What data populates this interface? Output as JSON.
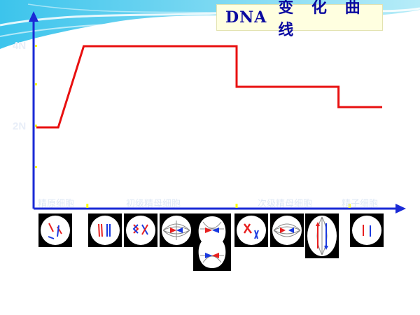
{
  "title": {
    "prefix": "DNA",
    "main": "变 化 曲 线"
  },
  "y_labels": {
    "top": "4N",
    "mid": "2N"
  },
  "stages": [
    "精原细胞",
    "初级精母细胞",
    "次级精母细胞",
    "精子细胞"
  ],
  "colors": {
    "curve": "#e81010",
    "axis": "#1a2ad6",
    "title_text": "#0a0aa0",
    "title_bg": "#ffffe0",
    "tick": "#ffff00",
    "chromosome_red": "#e82020",
    "chromosome_blue": "#1a3ae0"
  },
  "chart_data": {
    "type": "line",
    "series": [
      {
        "points": [
          [
            0,
            2
          ],
          [
            0.6,
            2
          ],
          [
            1.3,
            4
          ],
          [
            5.5,
            4
          ],
          [
            5.5,
            3
          ],
          [
            8.3,
            3
          ],
          [
            8.3,
            2.5
          ],
          [
            9.5,
            2.5
          ]
        ]
      }
    ],
    "y_ticks": [
      {
        "value": 4,
        "label": "4N"
      },
      {
        "value": 2,
        "label": "2N"
      }
    ],
    "stage_boundaries": [
      1.4,
      5.5,
      8.6
    ],
    "stages": [
      "精原细胞",
      "初级精母细胞",
      "次级精母细胞",
      "精子细胞"
    ]
  }
}
